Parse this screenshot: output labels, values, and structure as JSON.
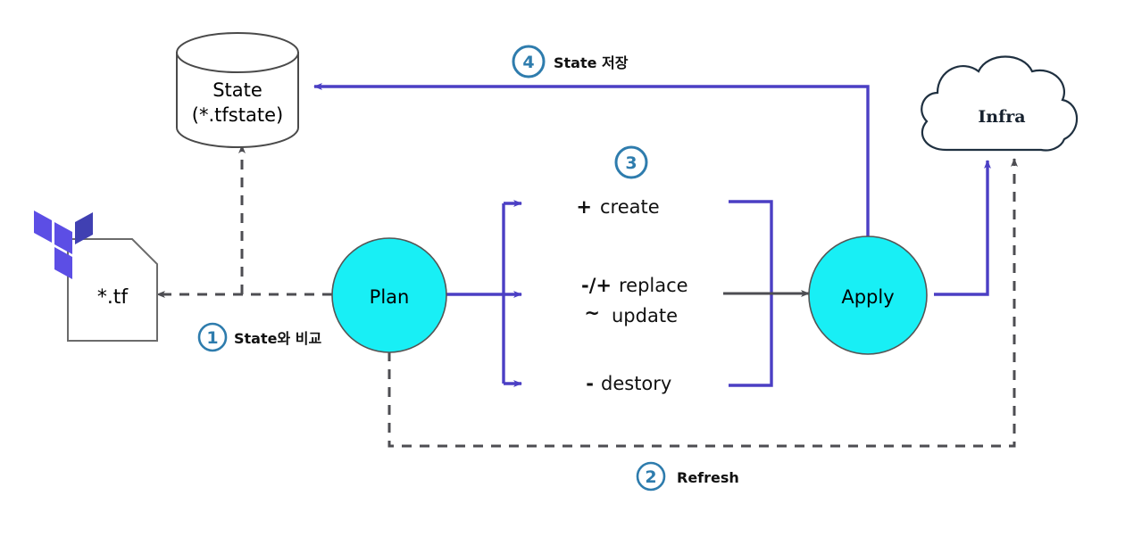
{
  "diagram": {
    "title": "Terraform Plan / Apply workflow",
    "colors": {
      "purple_arrow": "#4B3FC4",
      "gray_arrow": "#4D4D52",
      "badge_blue": "#2E7CAD",
      "node_fill": "#18EFF5",
      "node_stroke": "#555555",
      "cloud_stroke": "#1F3040",
      "terraform_light": "#5C4EE5",
      "terraform_dark": "#4040B2",
      "text": "#111111",
      "background": "#FFFFFF"
    },
    "nodes": {
      "file": {
        "label": "*.tf",
        "shape": "document"
      },
      "state": {
        "line1": "State",
        "line2": "(*.tfstate)",
        "shape": "cylinder"
      },
      "plan": {
        "label": "Plan",
        "shape": "circle"
      },
      "apply": {
        "label": "Apply",
        "shape": "circle"
      },
      "infra": {
        "label": "Infra",
        "shape": "cloud"
      }
    },
    "logo": {
      "name": "terraform-logo"
    },
    "actions": [
      {
        "symbol": "+",
        "label": "create"
      },
      {
        "symbol": "-/+",
        "label": "replace"
      },
      {
        "symbol": "~",
        "label": "update"
      },
      {
        "symbol": "-",
        "label": "destory"
      }
    ],
    "steps": [
      {
        "number": "1",
        "label": "State와 비교"
      },
      {
        "number": "2",
        "label": "Refresh"
      },
      {
        "number": "3",
        "label": ""
      },
      {
        "number": "4",
        "label": "State 저장"
      }
    ]
  }
}
